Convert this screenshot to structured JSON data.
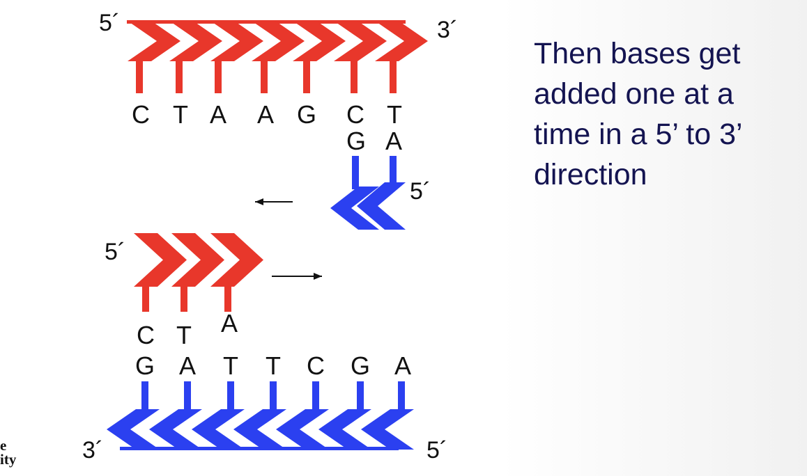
{
  "colors": {
    "red_strand": "#e8372b",
    "blue_strand": "#2b40f0",
    "text": "#111111",
    "caption": "#141451"
  },
  "caption": {
    "line1": "Then bases get",
    "line2": "added one at a",
    "line3": "time in a 5’ to 3’",
    "line4": "direction"
  },
  "logo": {
    "line1": "e",
    "line2": "ity"
  },
  "top_template": {
    "end_left": "5´",
    "end_right": "3´",
    "bases": [
      "C",
      "T",
      "A",
      "A",
      "G",
      "C",
      "T"
    ]
  },
  "top_new_strand": {
    "end_right": "5´",
    "bases": [
      "G",
      "A"
    ]
  },
  "bottom_new_strand": {
    "end_left": "5´",
    "bases": [
      "C",
      "T",
      "A"
    ]
  },
  "bottom_template": {
    "end_left": "3´",
    "end_right": "5´",
    "bases": [
      "G",
      "A",
      "T",
      "T",
      "C",
      "G",
      "A"
    ]
  }
}
